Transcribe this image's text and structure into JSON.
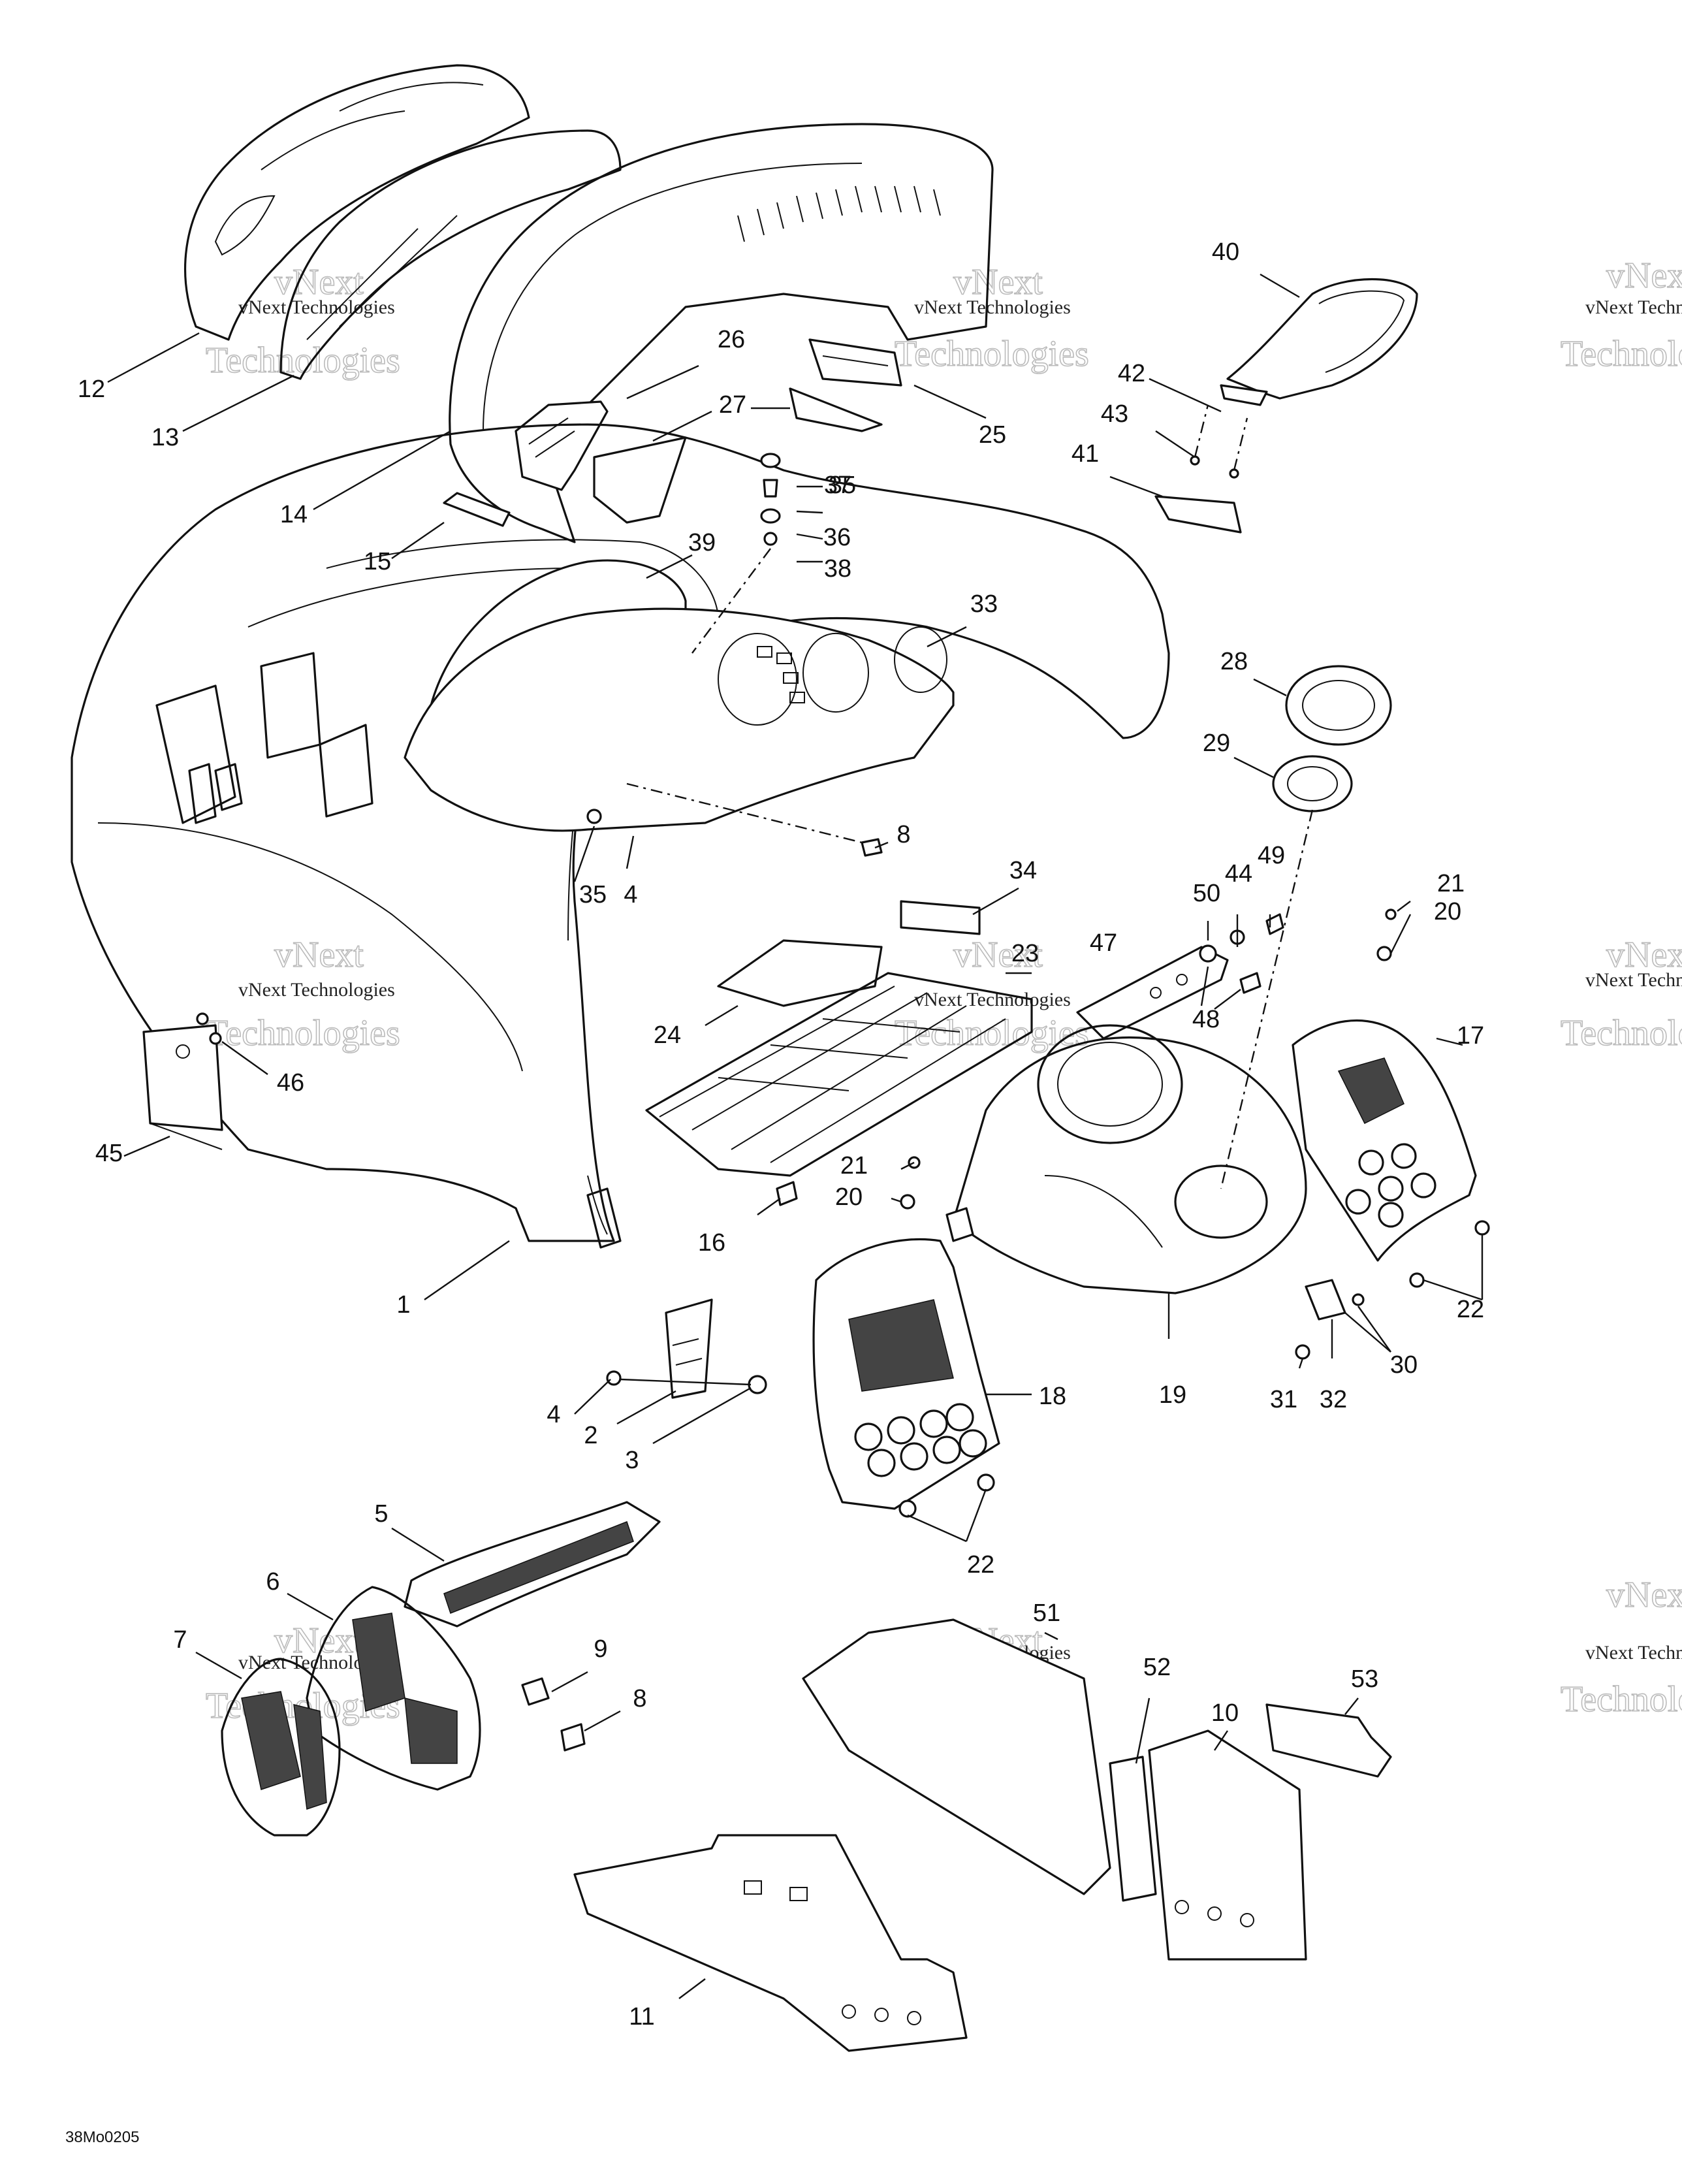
{
  "drawing_code": "38Mo0205",
  "watermark": {
    "line1": "vNext Technologies",
    "line2": "vNext",
    "line3": "Technologies"
  },
  "callouts": [
    {
      "id": "c1",
      "label": "1"
    },
    {
      "id": "c2",
      "label": "2"
    },
    {
      "id": "c3",
      "label": "3"
    },
    {
      "id": "c4a",
      "label": "4"
    },
    {
      "id": "c4b",
      "label": "4"
    },
    {
      "id": "c5",
      "label": "5"
    },
    {
      "id": "c6",
      "label": "6"
    },
    {
      "id": "c7",
      "label": "7"
    },
    {
      "id": "c8a",
      "label": "8"
    },
    {
      "id": "c8b",
      "label": "8"
    },
    {
      "id": "c9",
      "label": "9"
    },
    {
      "id": "c10",
      "label": "10"
    },
    {
      "id": "c11",
      "label": "11"
    },
    {
      "id": "c12",
      "label": "12"
    },
    {
      "id": "c13",
      "label": "13"
    },
    {
      "id": "c14",
      "label": "14"
    },
    {
      "id": "c15",
      "label": "15"
    },
    {
      "id": "c16",
      "label": "16"
    },
    {
      "id": "c17",
      "label": "17"
    },
    {
      "id": "c18",
      "label": "18"
    },
    {
      "id": "c19",
      "label": "19"
    },
    {
      "id": "c20a",
      "label": "20"
    },
    {
      "id": "c20b",
      "label": "20"
    },
    {
      "id": "c21a",
      "label": "21"
    },
    {
      "id": "c21b",
      "label": "21"
    },
    {
      "id": "c22a",
      "label": "22"
    },
    {
      "id": "c22b",
      "label": "22"
    },
    {
      "id": "c23",
      "label": "23"
    },
    {
      "id": "c24",
      "label": "24"
    },
    {
      "id": "c25",
      "label": "25"
    },
    {
      "id": "c26",
      "label": "26"
    },
    {
      "id": "c27",
      "label": "27"
    },
    {
      "id": "c28",
      "label": "28"
    },
    {
      "id": "c29",
      "label": "29"
    },
    {
      "id": "c30",
      "label": "30"
    },
    {
      "id": "c31",
      "label": "31"
    },
    {
      "id": "c32",
      "label": "32"
    },
    {
      "id": "c33",
      "label": "33"
    },
    {
      "id": "c34",
      "label": "34"
    },
    {
      "id": "c35a",
      "label": "35"
    },
    {
      "id": "c35b",
      "label": "35"
    },
    {
      "id": "c36",
      "label": "36"
    },
    {
      "id": "c37",
      "label": "37"
    },
    {
      "id": "c38",
      "label": "38"
    },
    {
      "id": "c39",
      "label": "39"
    },
    {
      "id": "c40",
      "label": "40"
    },
    {
      "id": "c41",
      "label": "41"
    },
    {
      "id": "c42",
      "label": "42"
    },
    {
      "id": "c43",
      "label": "43"
    },
    {
      "id": "c44",
      "label": "44"
    },
    {
      "id": "c45",
      "label": "45"
    },
    {
      "id": "c46",
      "label": "46"
    },
    {
      "id": "c47",
      "label": "47"
    },
    {
      "id": "c48",
      "label": "48"
    },
    {
      "id": "c49",
      "label": "49"
    },
    {
      "id": "c50",
      "label": "50"
    },
    {
      "id": "c51",
      "label": "51"
    },
    {
      "id": "c52",
      "label": "52"
    },
    {
      "id": "c53",
      "label": "53"
    }
  ]
}
